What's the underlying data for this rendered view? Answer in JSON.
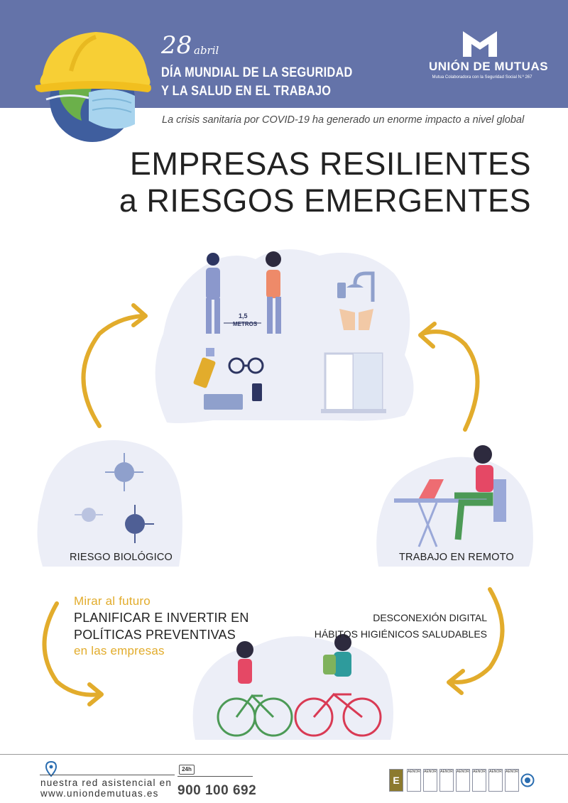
{
  "header": {
    "date_day": "28",
    "date_month": "abril",
    "event_line1": "DÍA MUNDIAL DE LA SEGURIDAD",
    "event_line2": "Y LA SALUD EN EL TRABAJO",
    "brand_name": "UNIÓN DE MUTUAS",
    "brand_subtitle": "Mutua Colaboradora con la Seguridad Social N.º 267",
    "band_color": "#6473a9"
  },
  "tagline": "La crisis sanitaria por COVID-19 ha generado un enorme impacto a nivel global",
  "title": {
    "line1": "EMPRESAS RESILIENTES",
    "line2": "a RIESGOS EMERGENTES"
  },
  "top_illustration": {
    "distance_value": "1,5",
    "distance_unit": "METROS"
  },
  "biological": {
    "caption": "RIESGO BIOLÓGICO"
  },
  "remote": {
    "caption": "TRABAJO EN REMOTO"
  },
  "future": {
    "line1": "Mirar al futuro",
    "line2": "PLANIFICAR E INVERTIR EN",
    "line3": "POLÍTICAS PREVENTIVAS",
    "line4": "en las empresas"
  },
  "right_block": {
    "line1": "DESCONEXIÓN DIGITAL",
    "line2": "HÁBITOS HIGIÉNICOS SALUDABLES"
  },
  "footer": {
    "network_line1": "nuestra red asistencial en",
    "network_line2": "www.uniondemutuas.es",
    "badge_24h": "24h",
    "phone": "900 100 692",
    "cert_labels": [
      "E",
      "AENOR",
      "AENOR",
      "AENOR",
      "AENOR",
      "AENOR",
      "AENOR",
      "AENOR"
    ]
  },
  "colors": {
    "accent_gold": "#e2ac2c",
    "cloud": "#eceef7",
    "helmet": "#f7cf35"
  }
}
